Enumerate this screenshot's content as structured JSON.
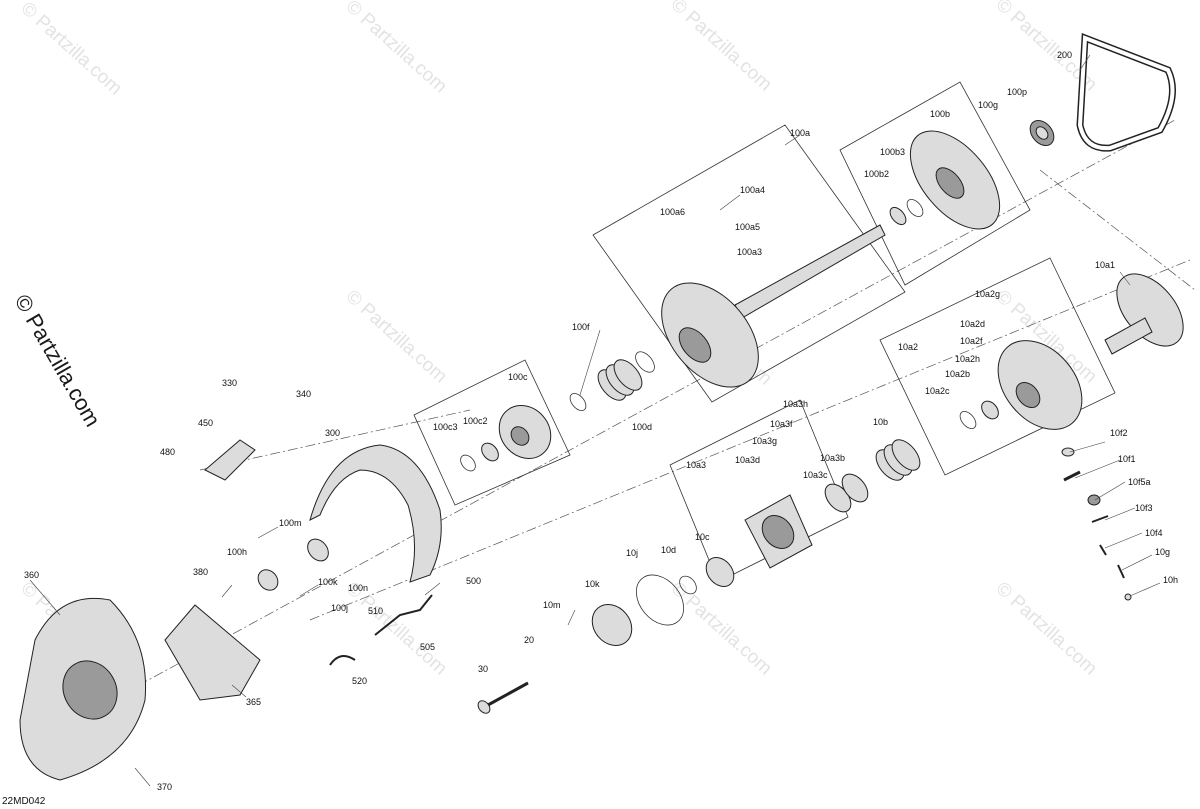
{
  "diagram_code": "22MD042",
  "side_watermark": "© Partzilla.com",
  "watermark_text": "© Partzilla.com",
  "labels": {
    "l100a": "100a",
    "l100a4": "100a4",
    "l100a6": "100a6",
    "l100a5": "100a5",
    "l100a3": "100a3",
    "l100b": "100b",
    "l100b3": "100b3",
    "l100b2": "100b2",
    "l100g": "100g",
    "l100p": "100p",
    "l200": "200",
    "l10a1": "10a1",
    "l10a2g": "10a2g",
    "l10a2d": "10a2d",
    "l10a2f": "10a2f",
    "l10a2": "10a2",
    "l10a2h": "10a2h",
    "l10a2b": "10a2b",
    "l10a2c": "10a2c",
    "l10f2": "10f2",
    "l10f1": "10f1",
    "l10f5a": "10f5a",
    "l10f3": "10f3",
    "l10f4": "10f4",
    "l10g": "10g",
    "l10h": "10h",
    "l100f": "100f",
    "l100c": "100c",
    "l100c2": "100c2",
    "l100c3": "100c3",
    "l100d": "100d",
    "l10a3h": "10a3h",
    "l10a3f": "10a3f",
    "l10a3g": "10a3g",
    "l10a3d": "10a3d",
    "l10a3b": "10a3b",
    "l10a3c": "10a3c",
    "l10a3": "10a3",
    "l10b": "10b",
    "l330": "330",
    "l340": "340",
    "l450": "450",
    "l480": "480",
    "l300": "300",
    "l100m": "100m",
    "l100h": "100h",
    "l380": "380",
    "l100k": "100k",
    "l100n": "100n",
    "l100j": "100j",
    "l360": "360",
    "l365": "365",
    "l370": "370",
    "l500": "500",
    "l510": "510",
    "l505": "505",
    "l520": "520",
    "l10c": "10c",
    "l10d": "10d",
    "l10j": "10j",
    "l10k": "10k",
    "l10m": "10m",
    "l20": "20",
    "l30": "30"
  }
}
